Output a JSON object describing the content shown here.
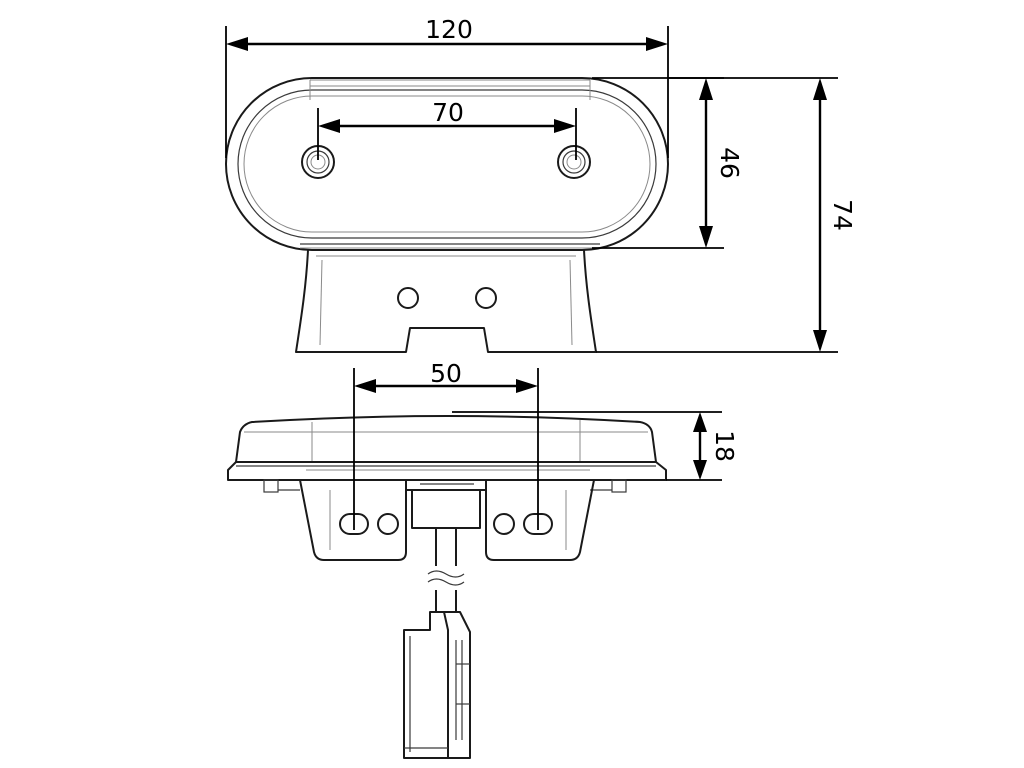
{
  "drawing": {
    "dimensions": {
      "overall_width": "120",
      "hole_spacing_top": "70",
      "lens_height": "46",
      "overall_height": "74",
      "mount_spacing": "50",
      "depth": "18"
    }
  }
}
